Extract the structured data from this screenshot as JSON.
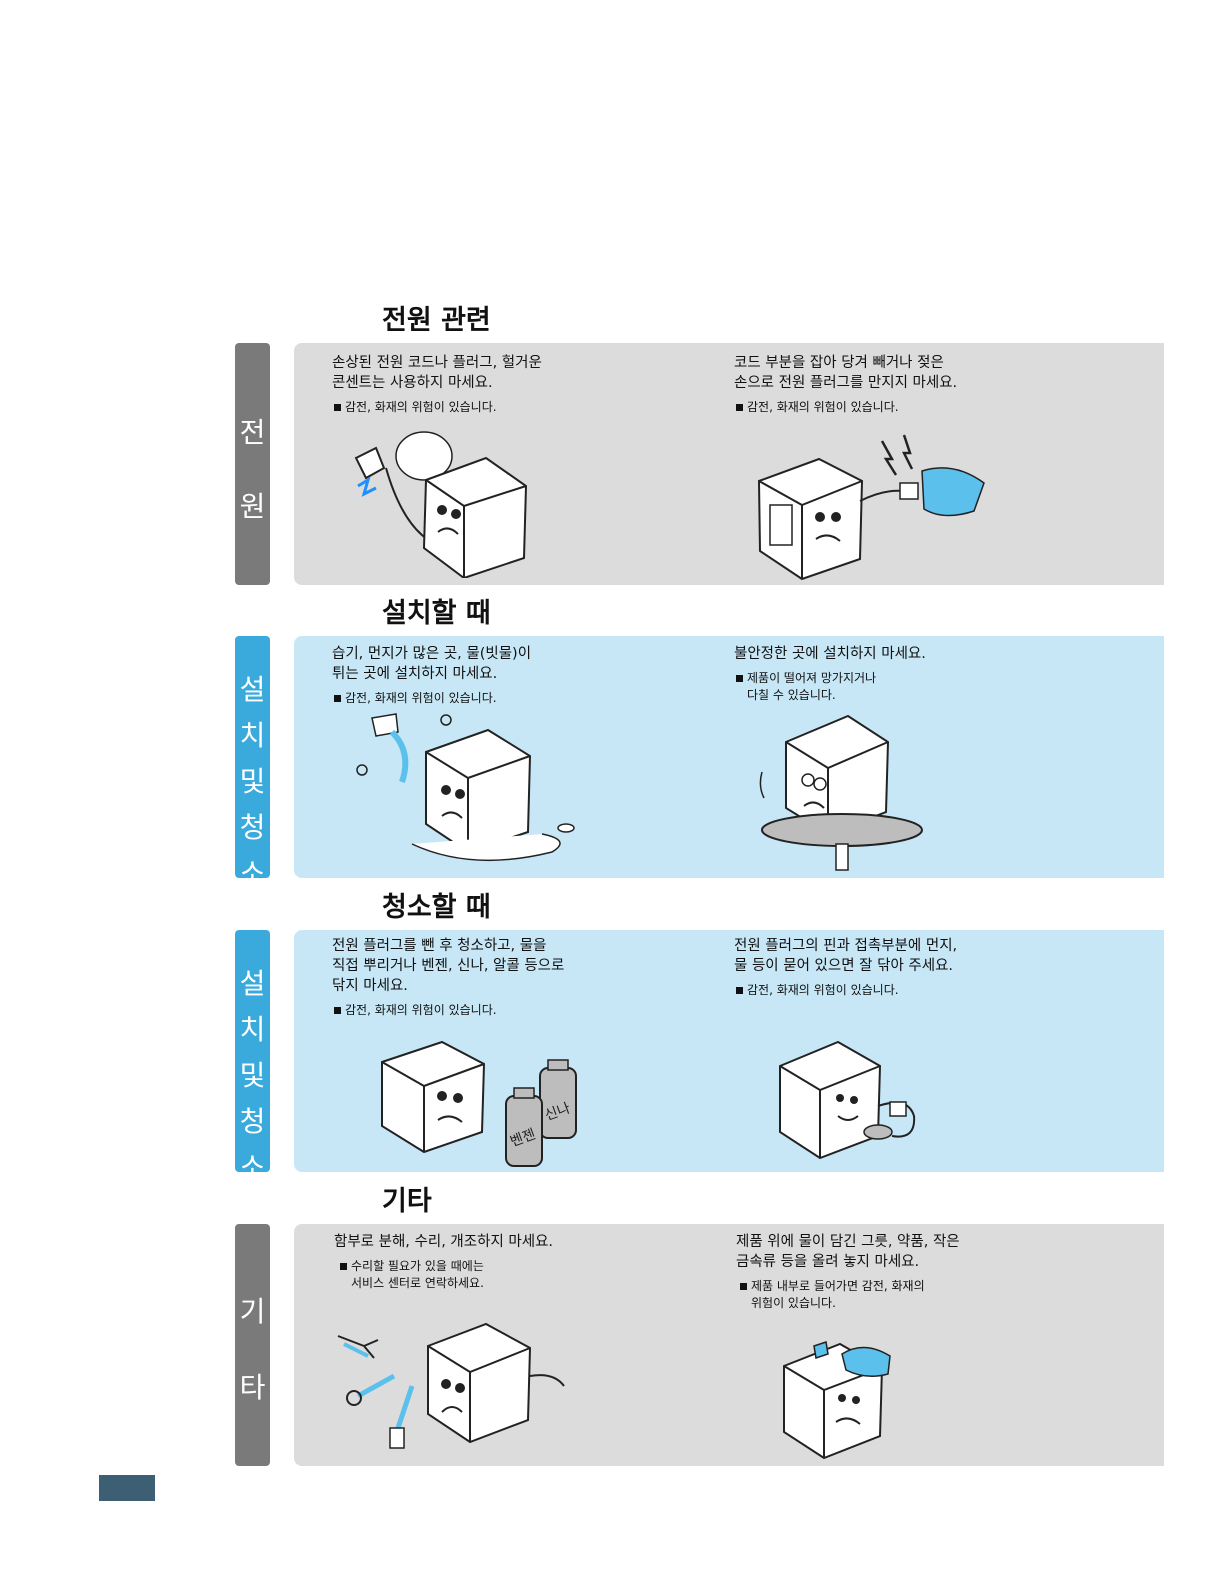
{
  "sections": [
    {
      "title": "전원 관련",
      "tab_chars": [
        "전",
        "원"
      ],
      "left": {
        "heading": "손상된 전원 코드나 플러그, 헐거운\n콘센트는 사용하지 마세요.",
        "note": "감전, 화재의 위험이 있습니다."
      },
      "right": {
        "heading": "코드 부분을 잡아 당겨 빼거나 젖은\n손으로 전원 플러그를 만지지 마세요.",
        "note": "감전, 화재의 위험이 있습니다."
      }
    },
    {
      "title": "설치할 때",
      "tab_chars": [
        "설",
        "치",
        "및",
        "청",
        "소"
      ],
      "left": {
        "heading": "습기, 먼지가 많은 곳, 물(빗물)이\n튀는 곳에 설치하지 마세요.",
        "note": "감전, 화재의 위험이 있습니다."
      },
      "right": {
        "heading": "불안정한 곳에 설치하지 마세요.",
        "note": "제품이 떨어져 망가지거나\n다칠 수 있습니다."
      }
    },
    {
      "title": "청소할 때",
      "tab_chars": [
        "설",
        "치",
        "및",
        "청",
        "소"
      ],
      "left": {
        "heading": "전원 플러그를 뺀 후 청소하고, 물을\n직접 뿌리거나 벤젠, 신나, 알콜 등으로\n닦지 마세요.",
        "note": "감전, 화재의 위험이 있습니다.",
        "bottle_labels": [
          "신나",
          "벤젠"
        ]
      },
      "right": {
        "heading": "전원 플러그의 핀과 접촉부분에 먼지,\n물 등이 묻어 있으면 잘 닦아 주세요.",
        "note": "감전, 화재의 위험이 있습니다."
      }
    },
    {
      "title": "기타",
      "tab_chars": [
        "기",
        "타"
      ],
      "left": {
        "heading": "함부로 분해, 수리, 개조하지 마세요.",
        "note": "수리할 필요가 있을 때에는\n서비스 센터로 연락하세요."
      },
      "right": {
        "heading": "제품 위에 물이 담긴 그릇, 약품, 작은\n금속류 등을 올려 놓지 마세요.",
        "note": "제품 내부로 들어가면 감전, 화재의\n위험이 있습니다."
      }
    }
  ],
  "colors": {
    "gray_tab": "#7a7a7a",
    "blue_tab": "#3aaadc",
    "gray_panel": "#dcdcdc",
    "blue_panel": "#c7e7f6",
    "page_tab": "#3d5f74"
  },
  "illustrations": [
    "printer-damaged-plug-illustration",
    "printer-wet-hand-plug-illustration",
    "printer-water-splash-illustration",
    "printer-unstable-table-illustration",
    "printer-solvent-bottles-illustration",
    "printer-wipe-plug-illustration",
    "printer-tools-disassembly-illustration",
    "printer-water-cup-illustration"
  ]
}
